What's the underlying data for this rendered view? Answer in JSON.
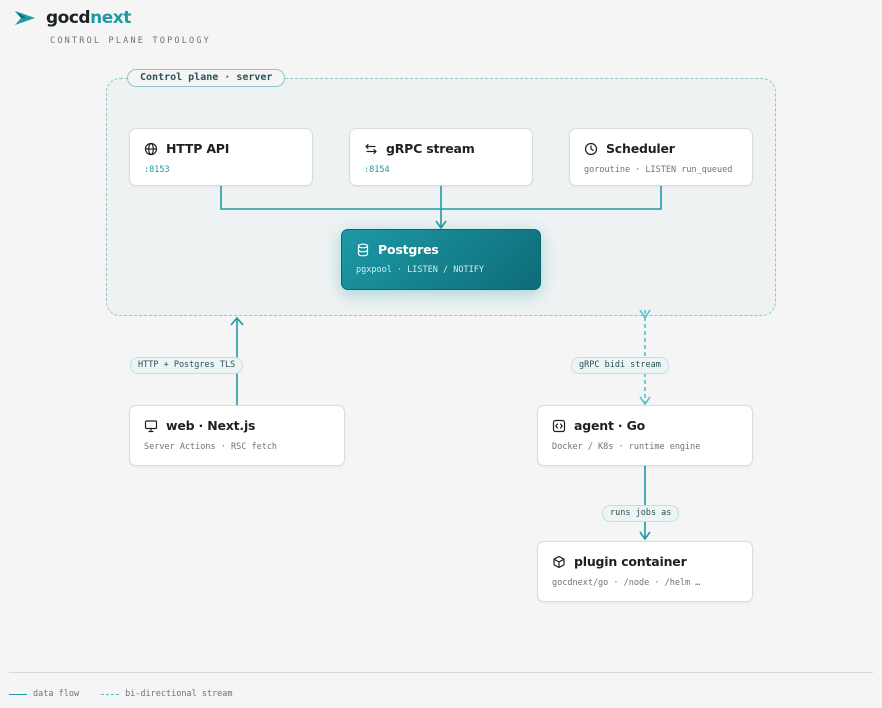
{
  "header": {
    "brand_prefix": "gocd",
    "brand_accent": "next",
    "subtitle": "CONTROL PLANE TOPOLOGY",
    "logo_icon": "chevron-logo-icon"
  },
  "cluster": {
    "label": "Control plane · server"
  },
  "nodes": {
    "http_api": {
      "title": "HTTP API",
      "sub": ":8153",
      "icon": "globe-icon"
    },
    "grpc_stream": {
      "title": "gRPC stream",
      "sub": ":8154",
      "icon": "arrows-exchange-icon"
    },
    "scheduler": {
      "title": "Scheduler",
      "sub": "goroutine · LISTEN run_queued",
      "icon": "clock-icon"
    },
    "postgres": {
      "title": "Postgres",
      "sub": "pgxpool · LISTEN / NOTIFY",
      "icon": "database-icon"
    },
    "web": {
      "title": "web · Next.js",
      "sub": "Server Actions · RSC fetch",
      "icon": "monitor-icon"
    },
    "agent": {
      "title": "agent · Go",
      "sub": "Docker / K8s · runtime engine",
      "icon": "code-icon"
    },
    "plugin": {
      "title": "plugin container",
      "sub": "gocdnext/go · /node · /helm …",
      "icon": "cube-icon"
    }
  },
  "edges": {
    "web_to_server": "HTTP + Postgres TLS",
    "agent_to_server": "gRPC bidi stream",
    "agent_to_plugin": "runs jobs as"
  },
  "legend": {
    "solid": "data flow",
    "dashed": "bi-directional stream"
  },
  "colors": {
    "accent": "#1e9aa6",
    "accent_dark": "#0e6c78",
    "dashed_stream": "#4fc3cb",
    "background": "#f4f5f4"
  }
}
